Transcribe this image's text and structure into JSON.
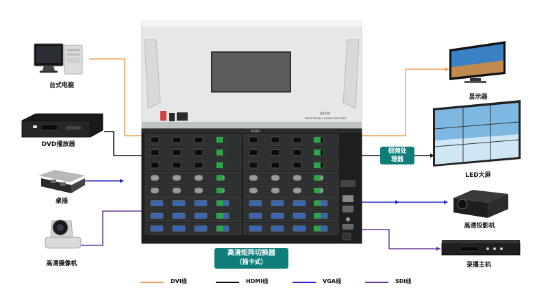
{
  "colors": {
    "dvi": "#f0a050",
    "hdmi": "#111111",
    "vga": "#2a2acc",
    "sdi": "#6a3a9a",
    "accent": "#0f7e7b"
  },
  "devices": {
    "desktop": {
      "label": "台式电脑",
      "icon": "desktop-computer-icon"
    },
    "dvd": {
      "label": "DVD播放器",
      "icon": "dvd-player-icon"
    },
    "desk_socket": {
      "label": "桌插",
      "icon": "desk-socket-icon"
    },
    "camera": {
      "label": "高清摄像机",
      "icon": "hd-camera-icon"
    },
    "monitor": {
      "label": "显示器",
      "icon": "monitor-icon"
    },
    "led_wall": {
      "label": "LED大屏",
      "icon": "led-wall-icon"
    },
    "projector": {
      "label": "高清投影机",
      "icon": "projector-icon"
    },
    "recorder": {
      "label": "录播主机",
      "icon": "recorder-icon"
    }
  },
  "processor": {
    "line1": "视频处",
    "line2": "理器"
  },
  "matrix": {
    "line1": "高清矩阵切换器",
    "line2": "（插卡式）",
    "brand": "DSPPA",
    "model": "DK100",
    "subtitle": "PROFESSIONAL MATRIX SWITCHER"
  },
  "legend": [
    {
      "label": "DVI线",
      "key": "dvi"
    },
    {
      "label": "HDMI线",
      "key": "hdmi"
    },
    {
      "label": "VGA线",
      "key": "vga"
    },
    {
      "label": "SDI线",
      "key": "sdi"
    }
  ]
}
